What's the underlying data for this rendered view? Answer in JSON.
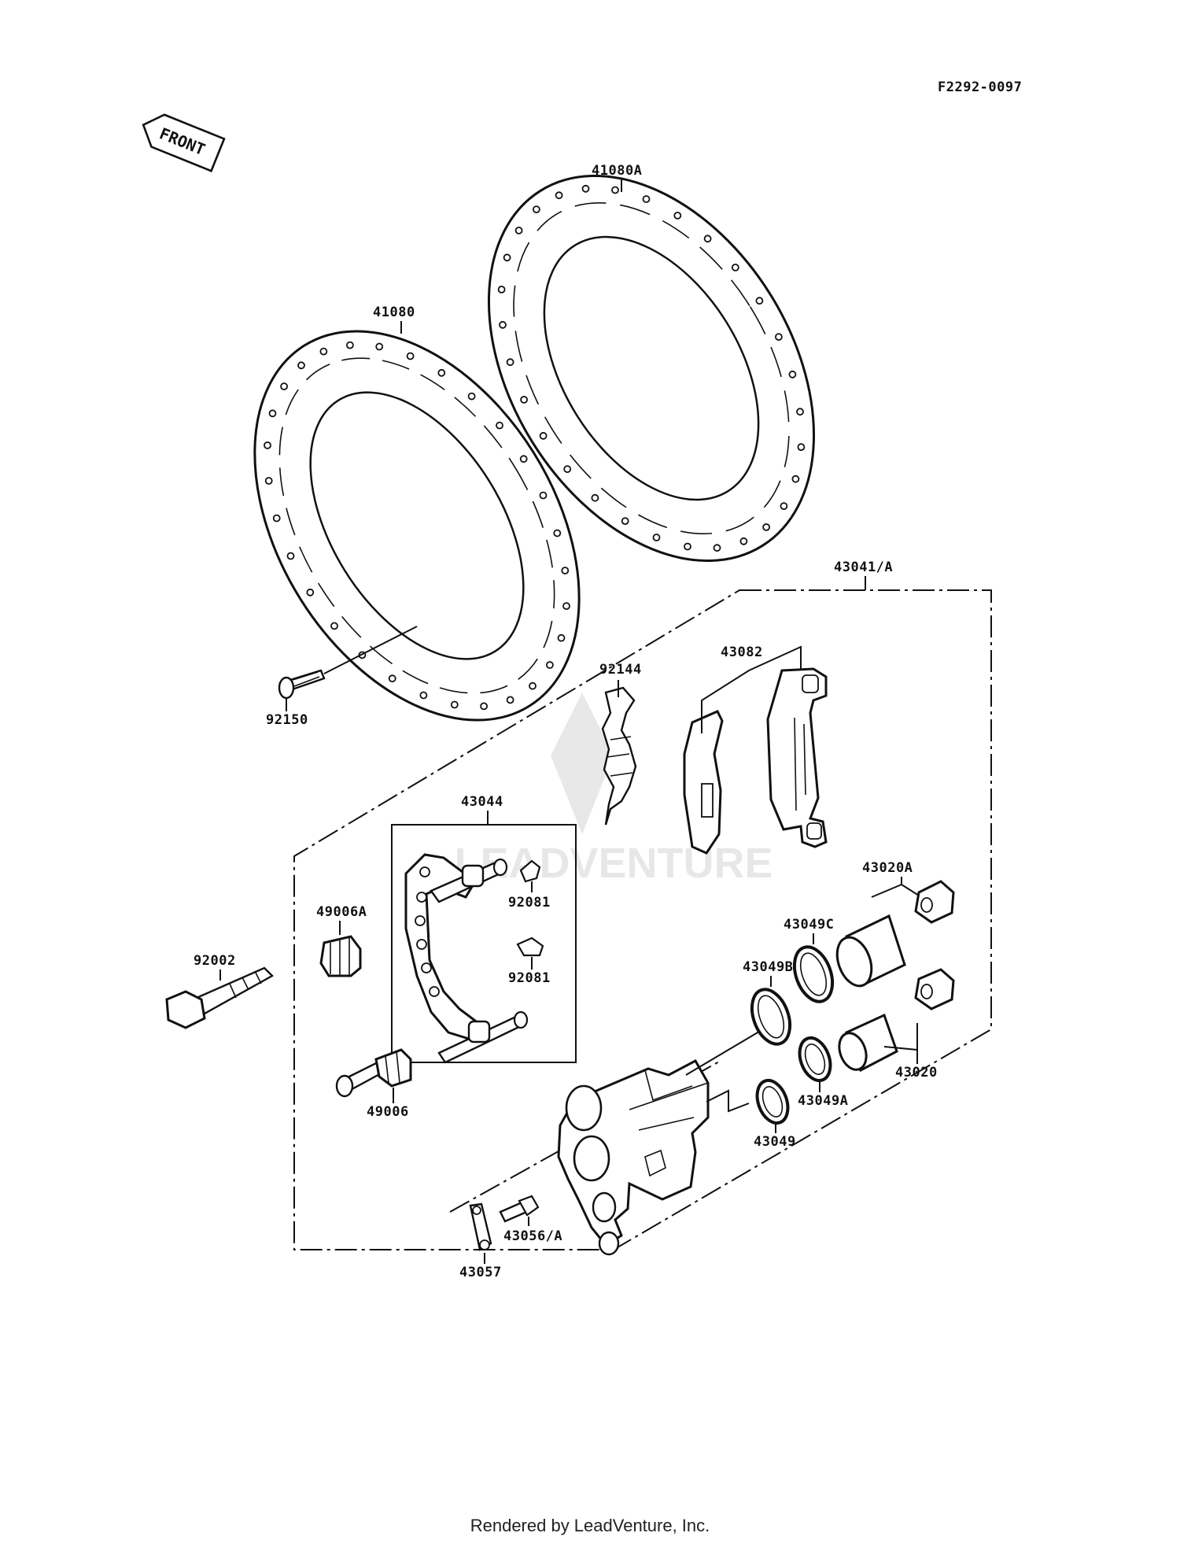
{
  "diagram_code": "F2292-0097",
  "front_label": "FRONT",
  "footer": "Rendered by LeadVenture, Inc.",
  "watermark": "LEADVENTURE",
  "parts": {
    "disc_a": "41080A",
    "disc": "41080",
    "caliper_assy": "43041/A",
    "pad": "43082",
    "bolt_disc": "92150",
    "spring": "92144",
    "holder": "43044",
    "clip_1": "92081",
    "clip_2": "92081",
    "boot_a": "49006A",
    "bolt": "92002",
    "boot": "49006",
    "piston_a": "43020A",
    "piston": "43020",
    "seal_c": "43049C",
    "seal_b": "43049B",
    "seal_a": "43049A",
    "seal": "43049",
    "valve": "43056/A",
    "cap": "43057"
  }
}
